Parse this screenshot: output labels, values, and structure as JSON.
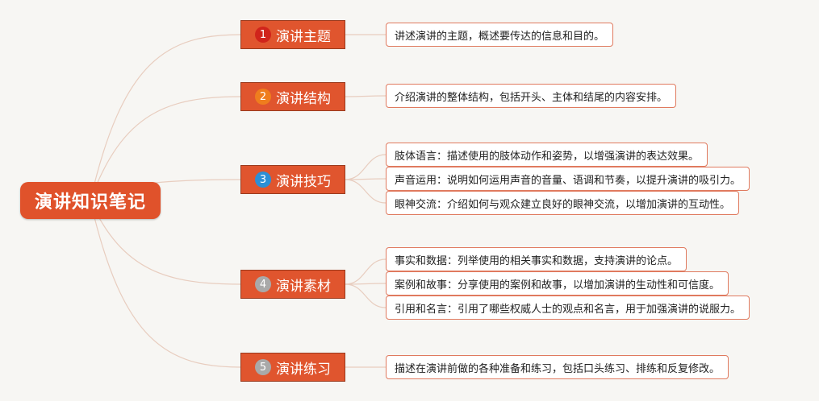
{
  "root": {
    "title": "演讲知识笔记"
  },
  "branches": [
    {
      "number": "1",
      "label": "演讲主题",
      "badge_color": "#d0241b",
      "leaves": [
        "讲述演讲的主题，概述要传达的信息和目的。"
      ]
    },
    {
      "number": "2",
      "label": "演讲结构",
      "badge_color": "#ef7d1e",
      "leaves": [
        "介绍演讲的整体结构，包括开头、主体和结尾的内容安排。"
      ]
    },
    {
      "number": "3",
      "label": "演讲技巧",
      "badge_color": "#2c8fd6",
      "leaves": [
        "肢体语言：描述使用的肢体动作和姿势，以增强演讲的表达效果。",
        "声音运用：说明如何运用声音的音量、语调和节奏，以提升演讲的吸引力。",
        "眼神交流：介绍如何与观众建立良好的眼神交流，以增加演讲的互动性。"
      ]
    },
    {
      "number": "4",
      "label": "演讲素材",
      "badge_color": "#a9a9a9",
      "leaves": [
        "事实和数据：列举使用的相关事实和数据，支持演讲的论点。",
        "案例和故事：分享使用的案例和故事，以增加演讲的生动性和可信度。",
        "引用和名言：引用了哪些权威人士的观点和名言，用于加强演讲的说服力。"
      ]
    },
    {
      "number": "5",
      "label": "演讲练习",
      "badge_color": "#a9a9a9",
      "leaves": [
        "描述在演讲前做的各种准备和练习，包括口头练习、排练和反复修改。"
      ]
    }
  ],
  "colors": {
    "node_fill": "#e0552e",
    "leaf_border": "#e07a5f",
    "connector": "#e8cdbf"
  }
}
